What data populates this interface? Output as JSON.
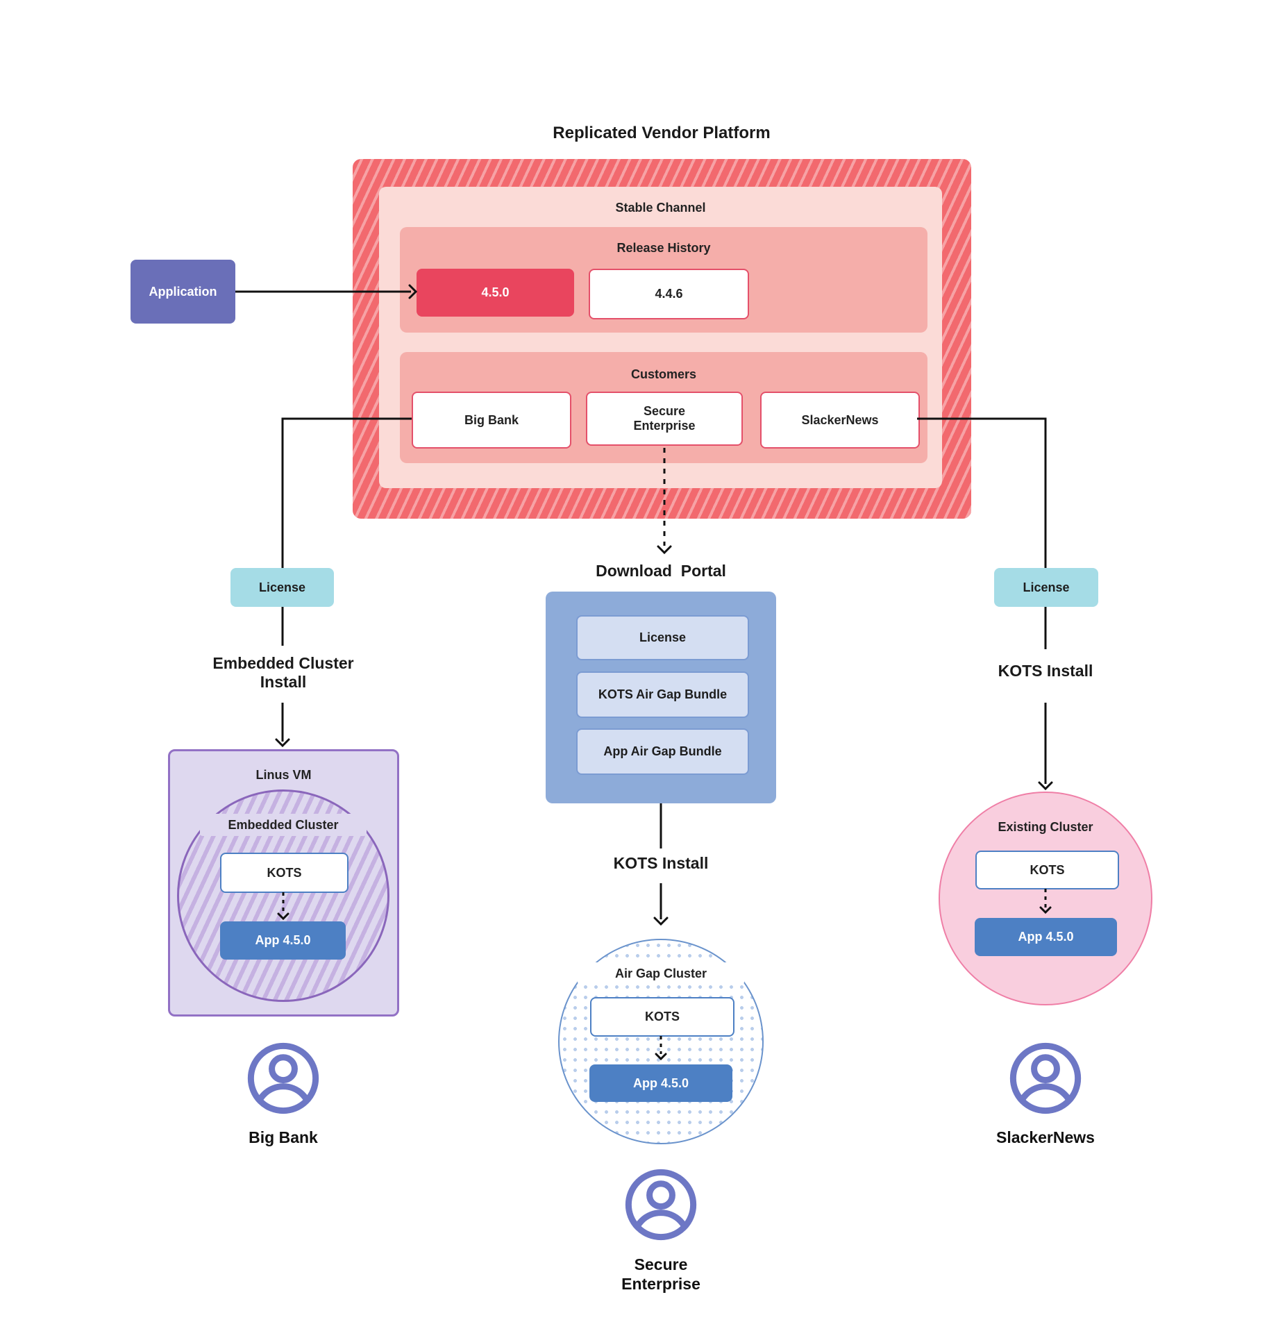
{
  "title": "Replicated Vendor Platform",
  "platform": {
    "stable_channel": "Stable Channel",
    "release_history": "Release History",
    "release_current": "4.5.0",
    "release_previous": "4.4.6",
    "customers_label": "Customers",
    "customers": [
      "Big Bank",
      "Secure Enterprise",
      "SlackerNews"
    ]
  },
  "application": "Application",
  "download_portal": {
    "title": "Download  Portal",
    "items": [
      "License",
      "KOTS Air Gap Bundle",
      "App Air Gap Bundle"
    ]
  },
  "left_branch": {
    "license": "License",
    "install": "Embedded Cluster Install",
    "vm": "Linus VM",
    "cluster": "Embedded Cluster",
    "kots": "KOTS",
    "app": "App 4.5.0",
    "user": "Big Bank"
  },
  "center_branch": {
    "install": "KOTS Install",
    "cluster": "Air Gap Cluster",
    "kots": "KOTS",
    "app": "App 4.5.0",
    "user": "Secure Enterprise"
  },
  "right_branch": {
    "license": "License",
    "install": "KOTS Install",
    "cluster": "Existing Cluster",
    "kots": "KOTS",
    "app": "App 4.5.0",
    "user": "SlackerNews"
  },
  "colors": {
    "platform_red": "#f2696e",
    "stable_pink": "#fbdbd7",
    "band_pink": "#f5aeaa",
    "release_highlight": "#e9455e",
    "card_border_red": "#e4506a",
    "application_purple": "#6a6fb8",
    "license_cyan": "#a5dce6",
    "portal_blue": "#8dabd9",
    "portal_item_lavender": "#d4def2",
    "app_node_blue": "#4d80c4",
    "vm_lavender": "#ded8ef",
    "vm_border_purple": "#9271c5",
    "airgap_dot_blue": "#b9cdeb",
    "existing_pink": "#f9cede",
    "existing_border": "#ef7ea6",
    "person_purple": "#6d77c5",
    "connector_black": "#111111"
  }
}
